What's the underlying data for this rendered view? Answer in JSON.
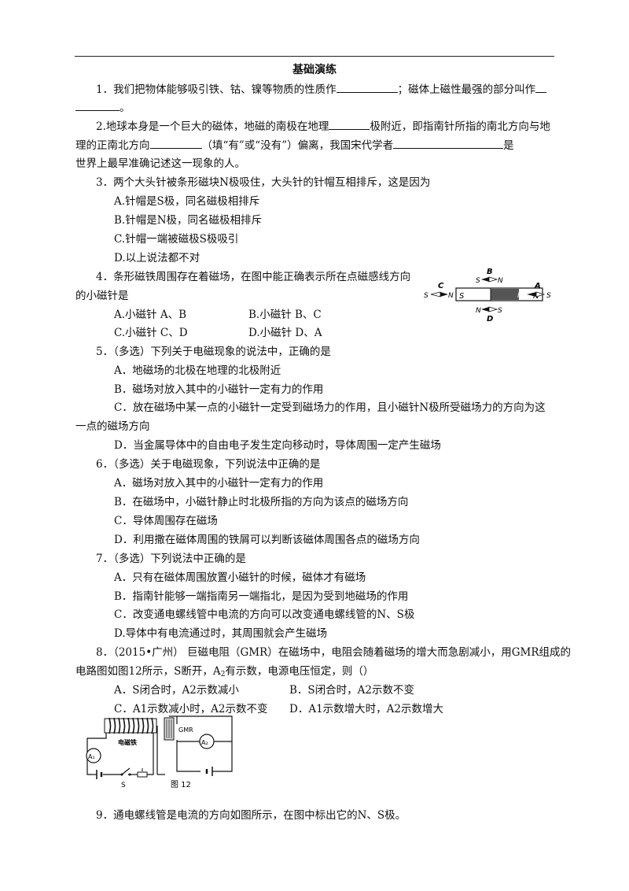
{
  "title": "基础演练",
  "q1": {
    "a": "1．我们把物体能够吸引铁、钴、镍等物质的性质作",
    "b": "；磁体上磁性最强的部分叫作",
    "c": "。"
  },
  "q2": {
    "a": "2.地球本身是一个巨大的磁体，地磁的南极在地理",
    "b": "极附近，即指南针所指的南北方向与地",
    "c": "理的正南北方向",
    "d": "（填“有”或“没有”）偏离，我国宋代学者",
    "e": "是",
    "f": "世界上最早准确记述这一现象的人。"
  },
  "q3": {
    "stem": "3．两个大头针被条形磁块N极吸住，大头针的针帽互相排斥，这是因为",
    "A": "A.针帽是S极，同名磁极相排斥",
    "B": "B.针帽是N极，同名磁极相排斥",
    "C": "C.针帽一端被磁极S极吸引",
    "D": "D.以上说法都不对"
  },
  "q4": {
    "stem1": "4．条形磁铁周围存在着磁场，在图中能正确表示所在点磁感线方向",
    "stem2": "的小磁针是",
    "A": "A.小磁针 A、B",
    "B": "B.小磁针 B、C",
    "C": "C.小磁针 C、D",
    "D": "D.小磁针 D、A",
    "figure": {
      "bar_s": "S",
      "bar_n": "N",
      "C": "C",
      "B": "B",
      "A": "A",
      "D": "D",
      "S": "S",
      "N": "N"
    }
  },
  "q5": {
    "stem": "5．（多选）下列关于电磁现象的说法中，正确的是",
    "A": "A．地磁场的北极在地理的北极附近",
    "B": "B．磁场对放入其中的小磁针一定有力的作用",
    "C1": "C．放在磁场中某一点的小磁针一定受到磁场力的作用，且小磁针N极所受磁场力的方向为这",
    "C2": "一点的磁场方向",
    "D": "D．当金属导体中的自由电子发生定向移动时，导体周围一定产生磁场"
  },
  "q6": {
    "stem": "6．（多选）关于电磁现象，下列说法中正确的是",
    "A": "A．磁场对放入其中的小磁针一定有力的作用",
    "B": "B．在磁场中，小磁针静止时北极所指的方向为该点的磁场方向",
    "C": "C．导体周围存在磁场",
    "D": "D．利用撒在磁体周围的铁屑可以判断该磁体周围各点的磁场方向"
  },
  "q7": {
    "stem": "7．（多选）下列说法中正确的是",
    "A": "A．只有在磁体周围放置小磁针的时候，磁体才有磁场",
    "B": "B．指南针能够一端指南另一端指北，是因为受到地磁场的作用",
    "C": "C．改变通电螺线管中电流的方向可以改变通电螺线管的N、S极",
    "D": "D.导体中有电流通过时，其周围就会产生磁场"
  },
  "q8": {
    "line1": "8．（2015•广州） 巨磁电阻（GMR）在磁场中，电阻会随着磁场的增大而急剧减小，用GMR组成的",
    "line2a": "电路图如图12所示，S断开，A",
    "line2sub": "2",
    "line2b": "有示数，电源电压恒定，则（）",
    "A": "A．S闭合时，A2示数减小",
    "B": "B．S闭合时，A2示数不变",
    "C": "C．A1示数减小时，A2示数不变",
    "D": "D．A1示数增大时，A2示数增大",
    "figure": {
      "gmr": "GMR",
      "coil": "电磁铁",
      "a1": "A₁",
      "a2": "A₂",
      "s": "S",
      "caption": "图 12"
    }
  },
  "q9": {
    "stem": "9．通电螺线管是电流的方向如图所示，在图中标出它的N、S极。"
  }
}
